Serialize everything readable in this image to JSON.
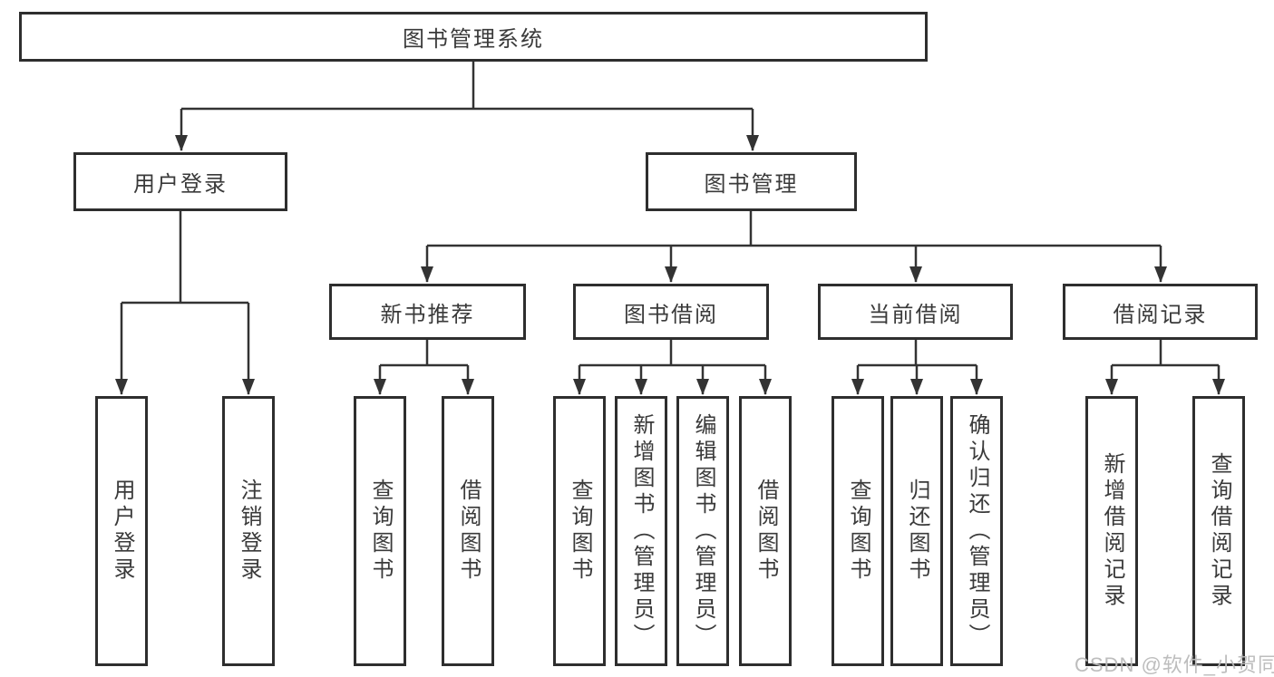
{
  "tree": {
    "root": {
      "label": "图书管理系统",
      "children": [
        {
          "label": "用户登录",
          "children": [
            {
              "label": "用户登录"
            },
            {
              "label": "注销登录"
            }
          ]
        },
        {
          "label": "图书管理",
          "children": [
            {
              "label": "新书推荐",
              "children": [
                {
                  "label": "查询图书"
                },
                {
                  "label": "借阅图书"
                }
              ]
            },
            {
              "label": "图书借阅",
              "children": [
                {
                  "label": "查询图书"
                },
                {
                  "label": "新增图书（管理员）"
                },
                {
                  "label": "编辑图书（管理员）"
                },
                {
                  "label": "借阅图书"
                }
              ]
            },
            {
              "label": "当前借阅",
              "children": [
                {
                  "label": "查询图书"
                },
                {
                  "label": "归还图书"
                },
                {
                  "label": "确认归还（管理员）"
                }
              ]
            },
            {
              "label": "借阅记录",
              "children": [
                {
                  "label": "新增借阅记录"
                },
                {
                  "label": "查询借阅记录"
                }
              ]
            }
          ]
        }
      ]
    }
  },
  "watermark": {
    "text": "CSDN @软件_小贺同学"
  },
  "colors": {
    "line": "#333333",
    "box_border": "#2e2e2e",
    "text": "#3a3a3a",
    "watermark": "#b9b9b9",
    "background": "#ffffff"
  }
}
